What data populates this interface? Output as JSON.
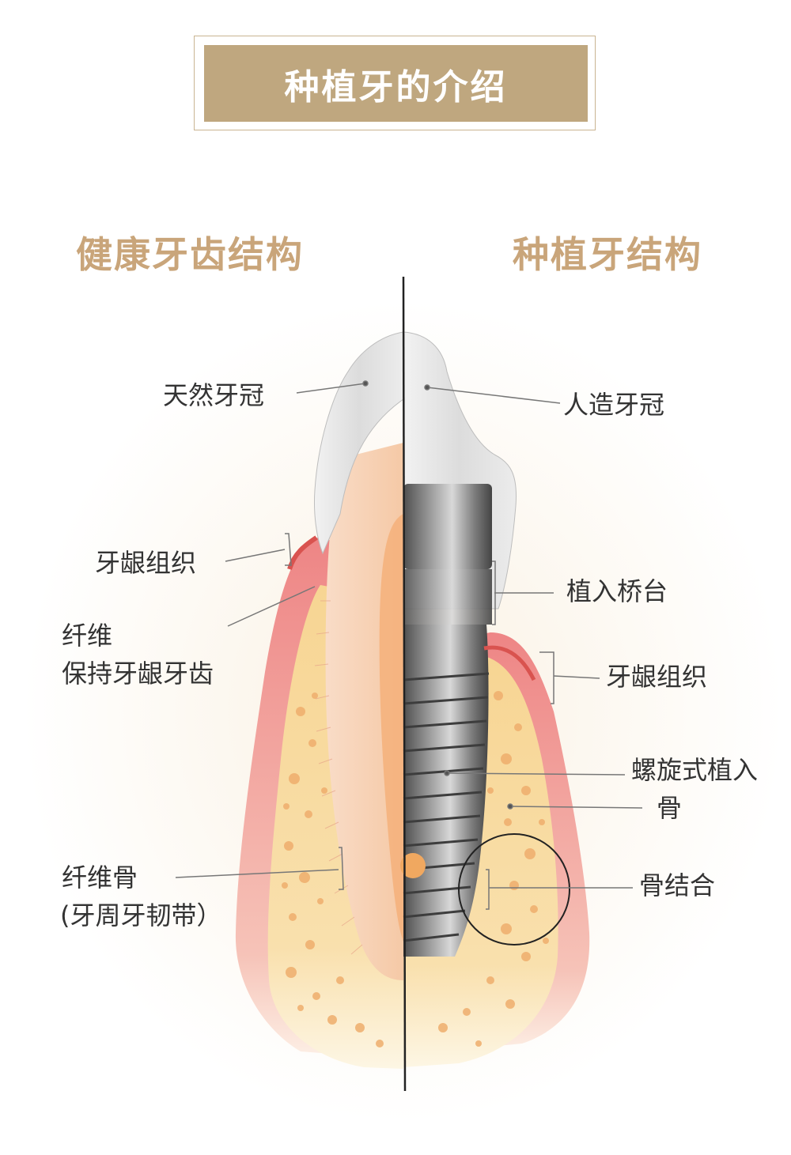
{
  "header": {
    "title": "种植牙的介绍"
  },
  "sections": {
    "left_title": "健康牙齿结构",
    "right_title": "种植牙结构"
  },
  "labels": {
    "left": {
      "natural_crown": "天然牙冠",
      "gum_tissue": "牙龈组织",
      "fiber_line1": "纤维",
      "fiber_line2": "保持牙龈牙齿",
      "fiber_bone_line1": "纤维骨",
      "fiber_bone_line2": "(牙周牙韧带）"
    },
    "right": {
      "artificial_crown": "人造牙冠",
      "abutment": "植入桥台",
      "gum_tissue": "牙龈组织",
      "screw_implant": "螺旋式植入",
      "bone": "骨",
      "osseointegration": "骨结合"
    }
  },
  "colors": {
    "title_bg": "#bfa77f",
    "title_border": "#c9b491",
    "section_title": "#c9a57a",
    "gum": "#ef9a9a",
    "bone": "#f7d89a",
    "bone_pore": "#f0b070",
    "dentin": "#f6c7a8",
    "crown": "#e6e6e6",
    "implant": "#6f6f6f"
  }
}
